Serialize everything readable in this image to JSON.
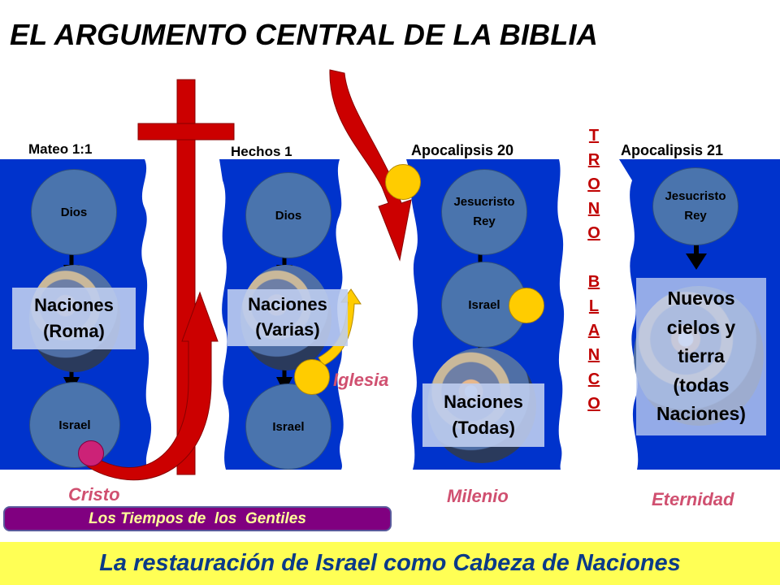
{
  "title": "EL ARGUMENTO CENTRAL DE LA BIBLIA",
  "columns": [
    {
      "heading": "Mateo 1:1",
      "top_circle": "Dios",
      "middle_label_line1": "Naciones",
      "middle_label_line2": "(Roma)",
      "bottom_circle": "Israel"
    },
    {
      "heading": "Hechos 1",
      "top_circle": "Dios",
      "middle_label_line1": "Naciones",
      "middle_label_line2": "(Varias)",
      "bottom_circle": "Israel"
    },
    {
      "heading": "Apocalipsis 20",
      "top_circle_line1": "Jesucristo",
      "top_circle_line2": "Rey",
      "middle_circle": "Israel",
      "bottom_label_line1": "Naciones",
      "bottom_label_line2": "(Todas)"
    },
    {
      "heading": "Apocalipsis 21",
      "top_circle_line1": "Jesucristo",
      "top_circle_line2": "Rey",
      "label_lines": [
        "Nuevos",
        "cielos y",
        "tierra",
        "(todas",
        "Naciones)"
      ]
    }
  ],
  "trono_letters": [
    "T",
    "R",
    "O",
    "N",
    "O",
    "",
    "B",
    "L",
    "A",
    "N",
    "C",
    "O"
  ],
  "iglesia": "Iglesia",
  "period_labels": {
    "cristo": "Cristo",
    "milenio": "Milenio",
    "eternidad": "Eternidad"
  },
  "gentiles": "Los Tiempos de  los  Gentiles",
  "banner": "La restauración de Israel como Cabeza de Naciones",
  "colors": {
    "panel_blue": "#0033cc",
    "circle_blue": "#4a74ad",
    "cross_red": "#cc0000",
    "banner_yellow": "#ffff55",
    "banner_text": "#0a3a88",
    "gentiles_purple": "#800080",
    "accent_red_text": "#d05070",
    "dot_yellow": "#ffcc00"
  }
}
